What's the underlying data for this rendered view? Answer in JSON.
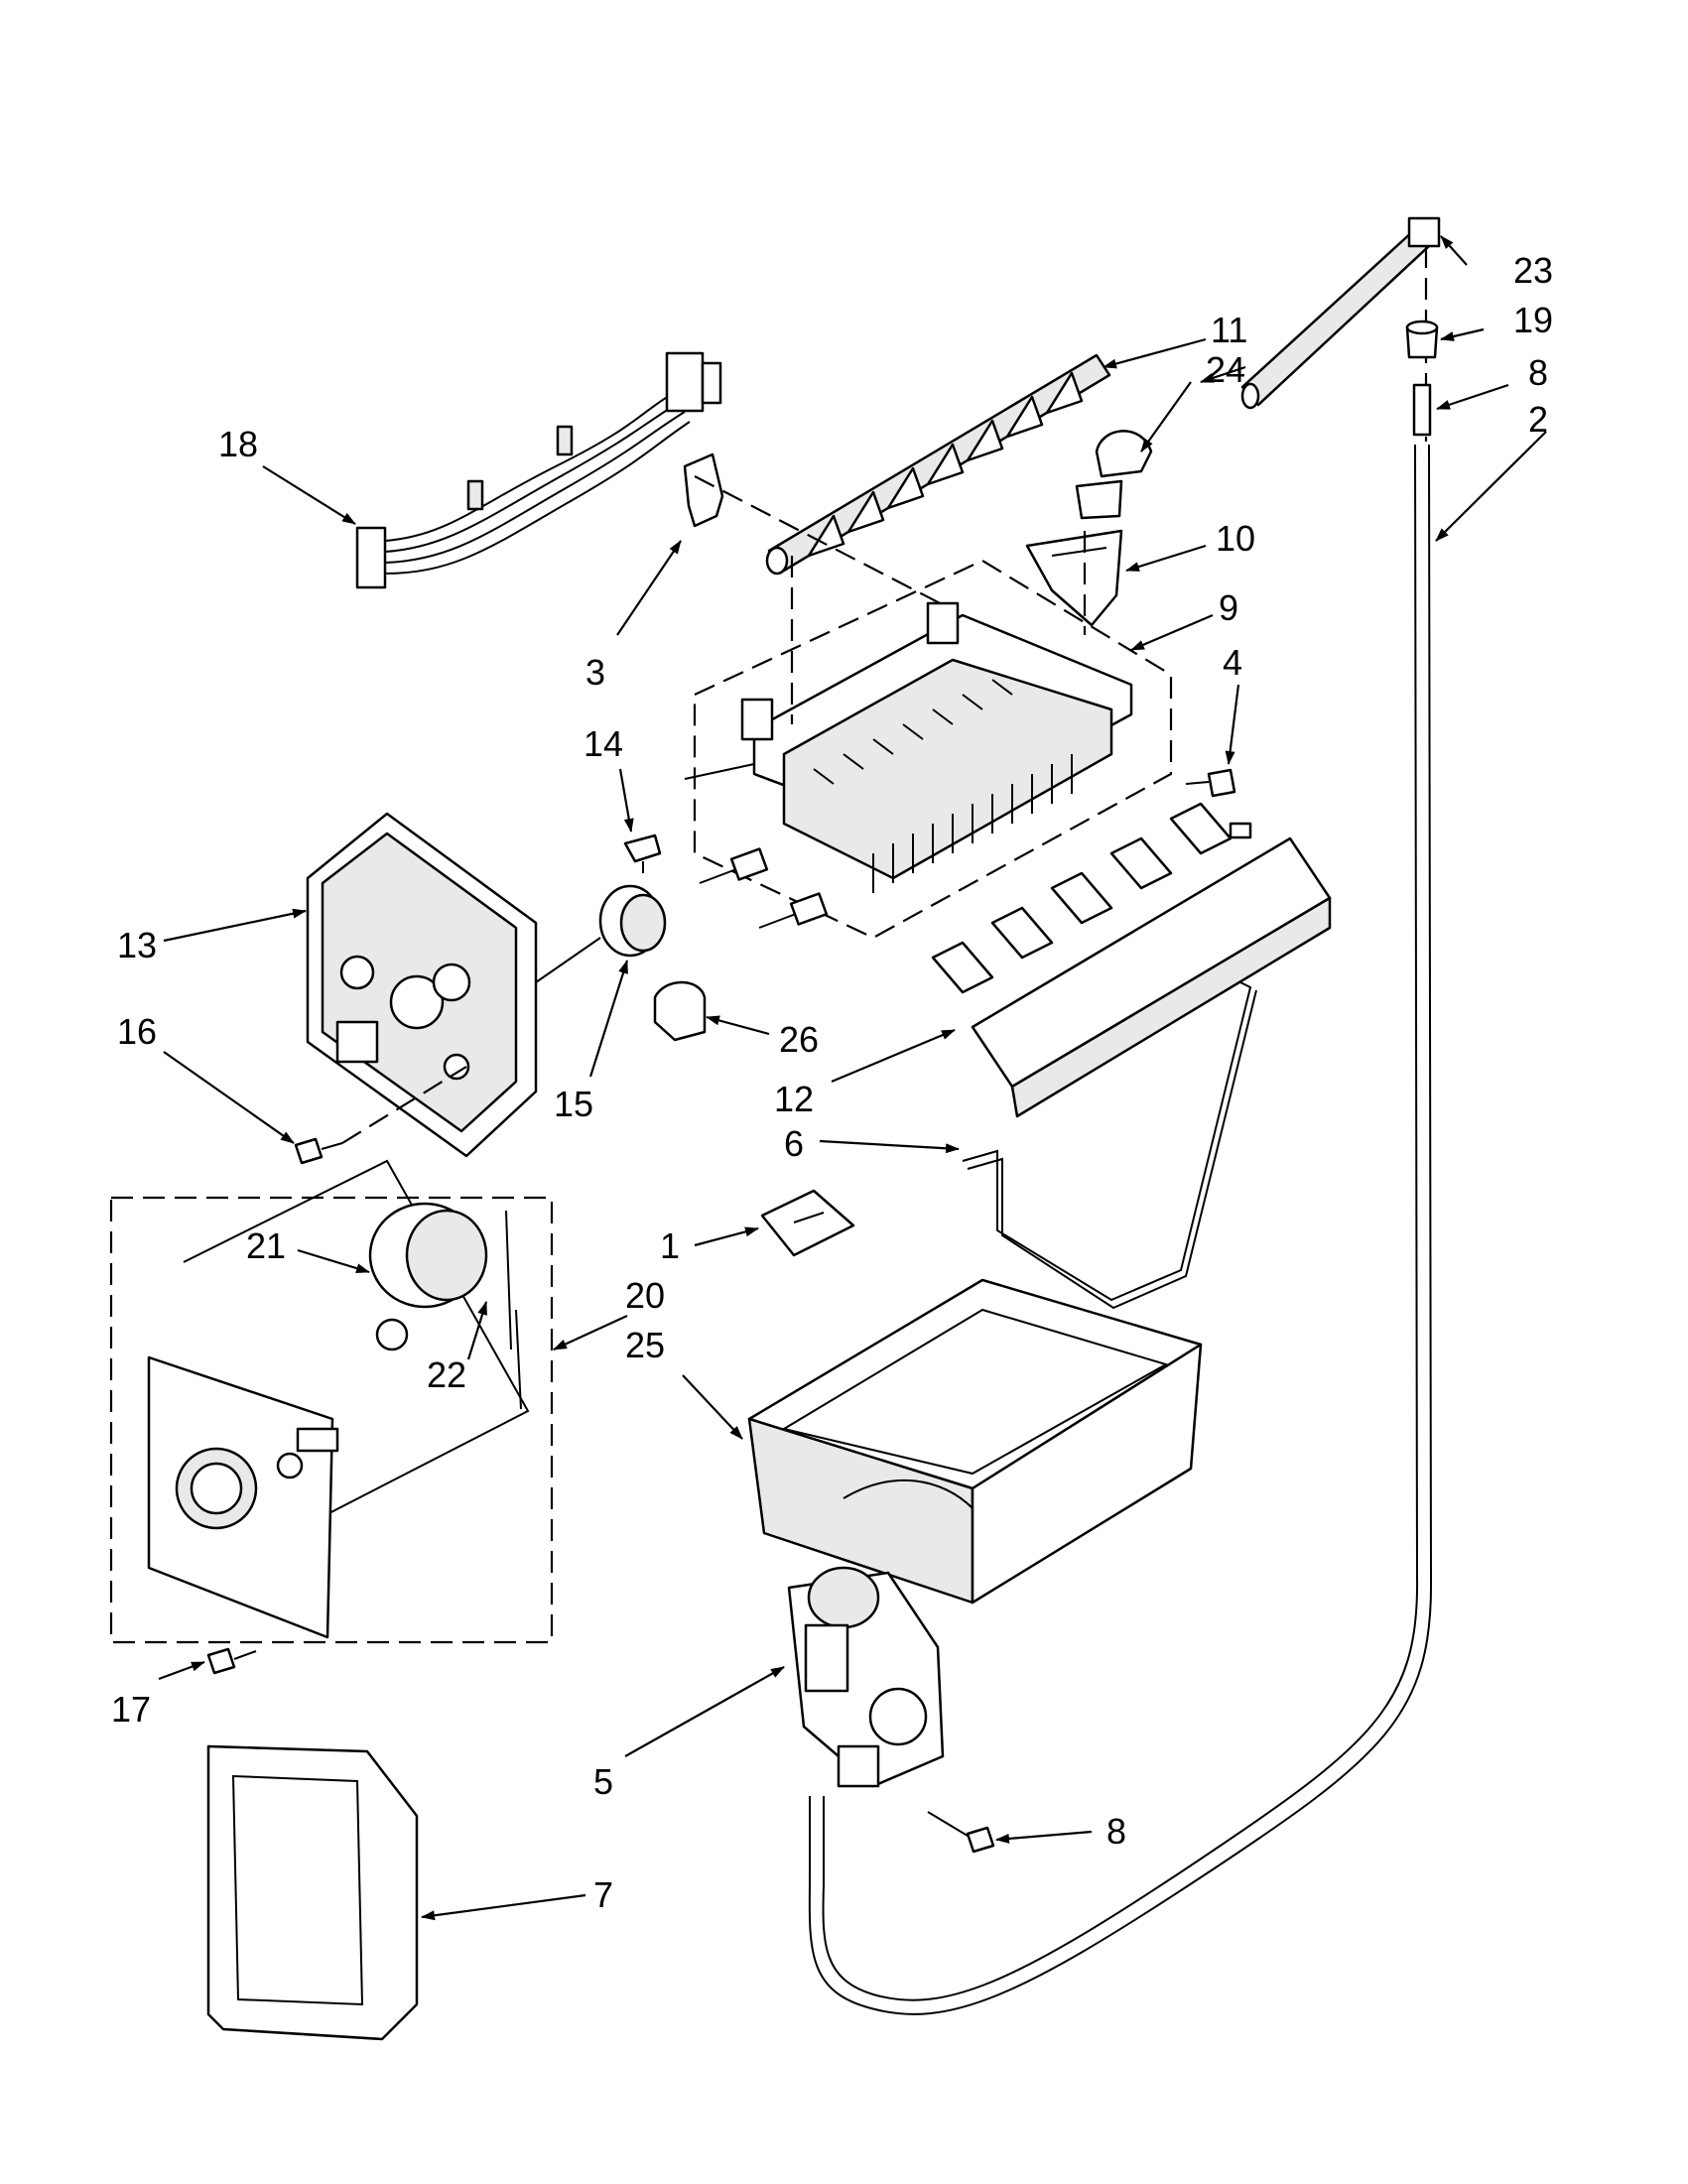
{
  "colors": {
    "line": "#000000",
    "background": "#ffffff",
    "part_fill": "#e9e9e9"
  },
  "callouts": [
    {
      "id": "c1",
      "label": "1"
    },
    {
      "id": "c2",
      "label": "2"
    },
    {
      "id": "c3",
      "label": "3"
    },
    {
      "id": "c4",
      "label": "4"
    },
    {
      "id": "c5",
      "label": "5"
    },
    {
      "id": "c6",
      "label": "6"
    },
    {
      "id": "c7",
      "label": "7"
    },
    {
      "id": "c8a",
      "label": "8"
    },
    {
      "id": "c8b",
      "label": "8"
    },
    {
      "id": "c9",
      "label": "9"
    },
    {
      "id": "c10",
      "label": "10"
    },
    {
      "id": "c11",
      "label": "11"
    },
    {
      "id": "c12",
      "label": "12"
    },
    {
      "id": "c13",
      "label": "13"
    },
    {
      "id": "c14",
      "label": "14"
    },
    {
      "id": "c15",
      "label": "15"
    },
    {
      "id": "c16",
      "label": "16"
    },
    {
      "id": "c17",
      "label": "17"
    },
    {
      "id": "c18",
      "label": "18"
    },
    {
      "id": "c19",
      "label": "19"
    },
    {
      "id": "c20",
      "label": "20"
    },
    {
      "id": "c21",
      "label": "21"
    },
    {
      "id": "c22",
      "label": "22"
    },
    {
      "id": "c23",
      "label": "23"
    },
    {
      "id": "c24",
      "label": "24"
    },
    {
      "id": "c25",
      "label": "25"
    },
    {
      "id": "c26",
      "label": "26"
    }
  ]
}
